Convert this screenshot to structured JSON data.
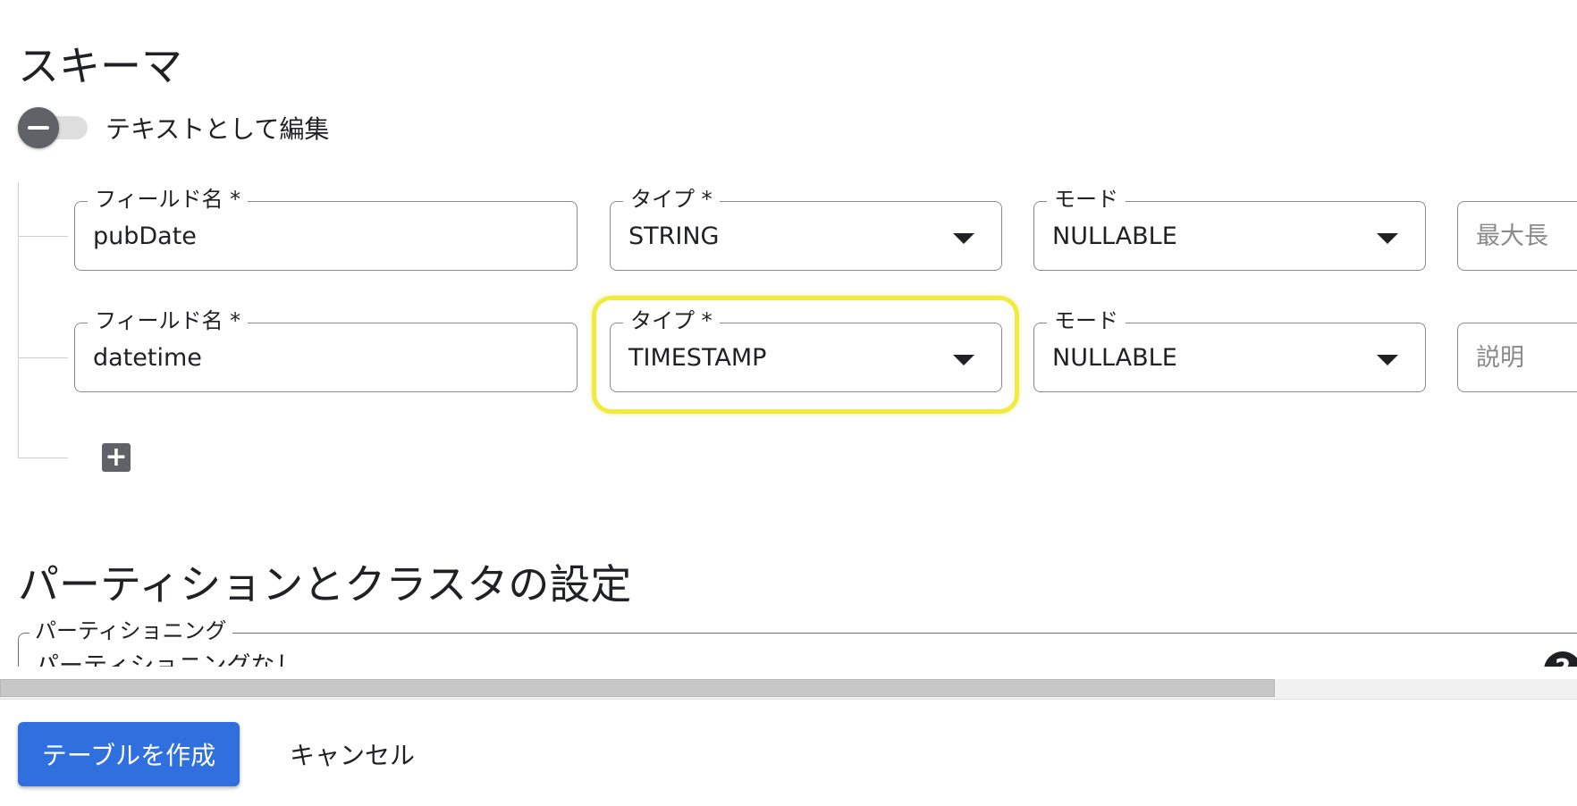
{
  "schema": {
    "title": "スキーマ",
    "edit_as_text_label": "テキストとして編集",
    "rows": [
      {
        "field_name_label": "フィールド名 *",
        "field_name_value": "pubDate",
        "type_label": "タイプ *",
        "type_value": "STRING",
        "mode_label": "モード",
        "mode_value": "NULLABLE",
        "extra_placeholder": "最大長"
      },
      {
        "field_name_label": "フィールド名 *",
        "field_name_value": "datetime",
        "type_label": "タイプ *",
        "type_value": "TIMESTAMP",
        "mode_label": "モード",
        "mode_value": "NULLABLE",
        "extra_placeholder": "説明"
      }
    ],
    "add_icon": "plus-box-icon"
  },
  "partition": {
    "title": "パーティションとクラスタの設定",
    "partitioning_label": "パーティショニング",
    "partitioning_value": "パーティショニングなし",
    "help_icon": "help-circle-icon"
  },
  "footer": {
    "create_label": "テーブルを作成",
    "cancel_label": "キャンセル"
  },
  "colors": {
    "primary": "#2f6fde",
    "highlight": "#f1ec3c"
  }
}
